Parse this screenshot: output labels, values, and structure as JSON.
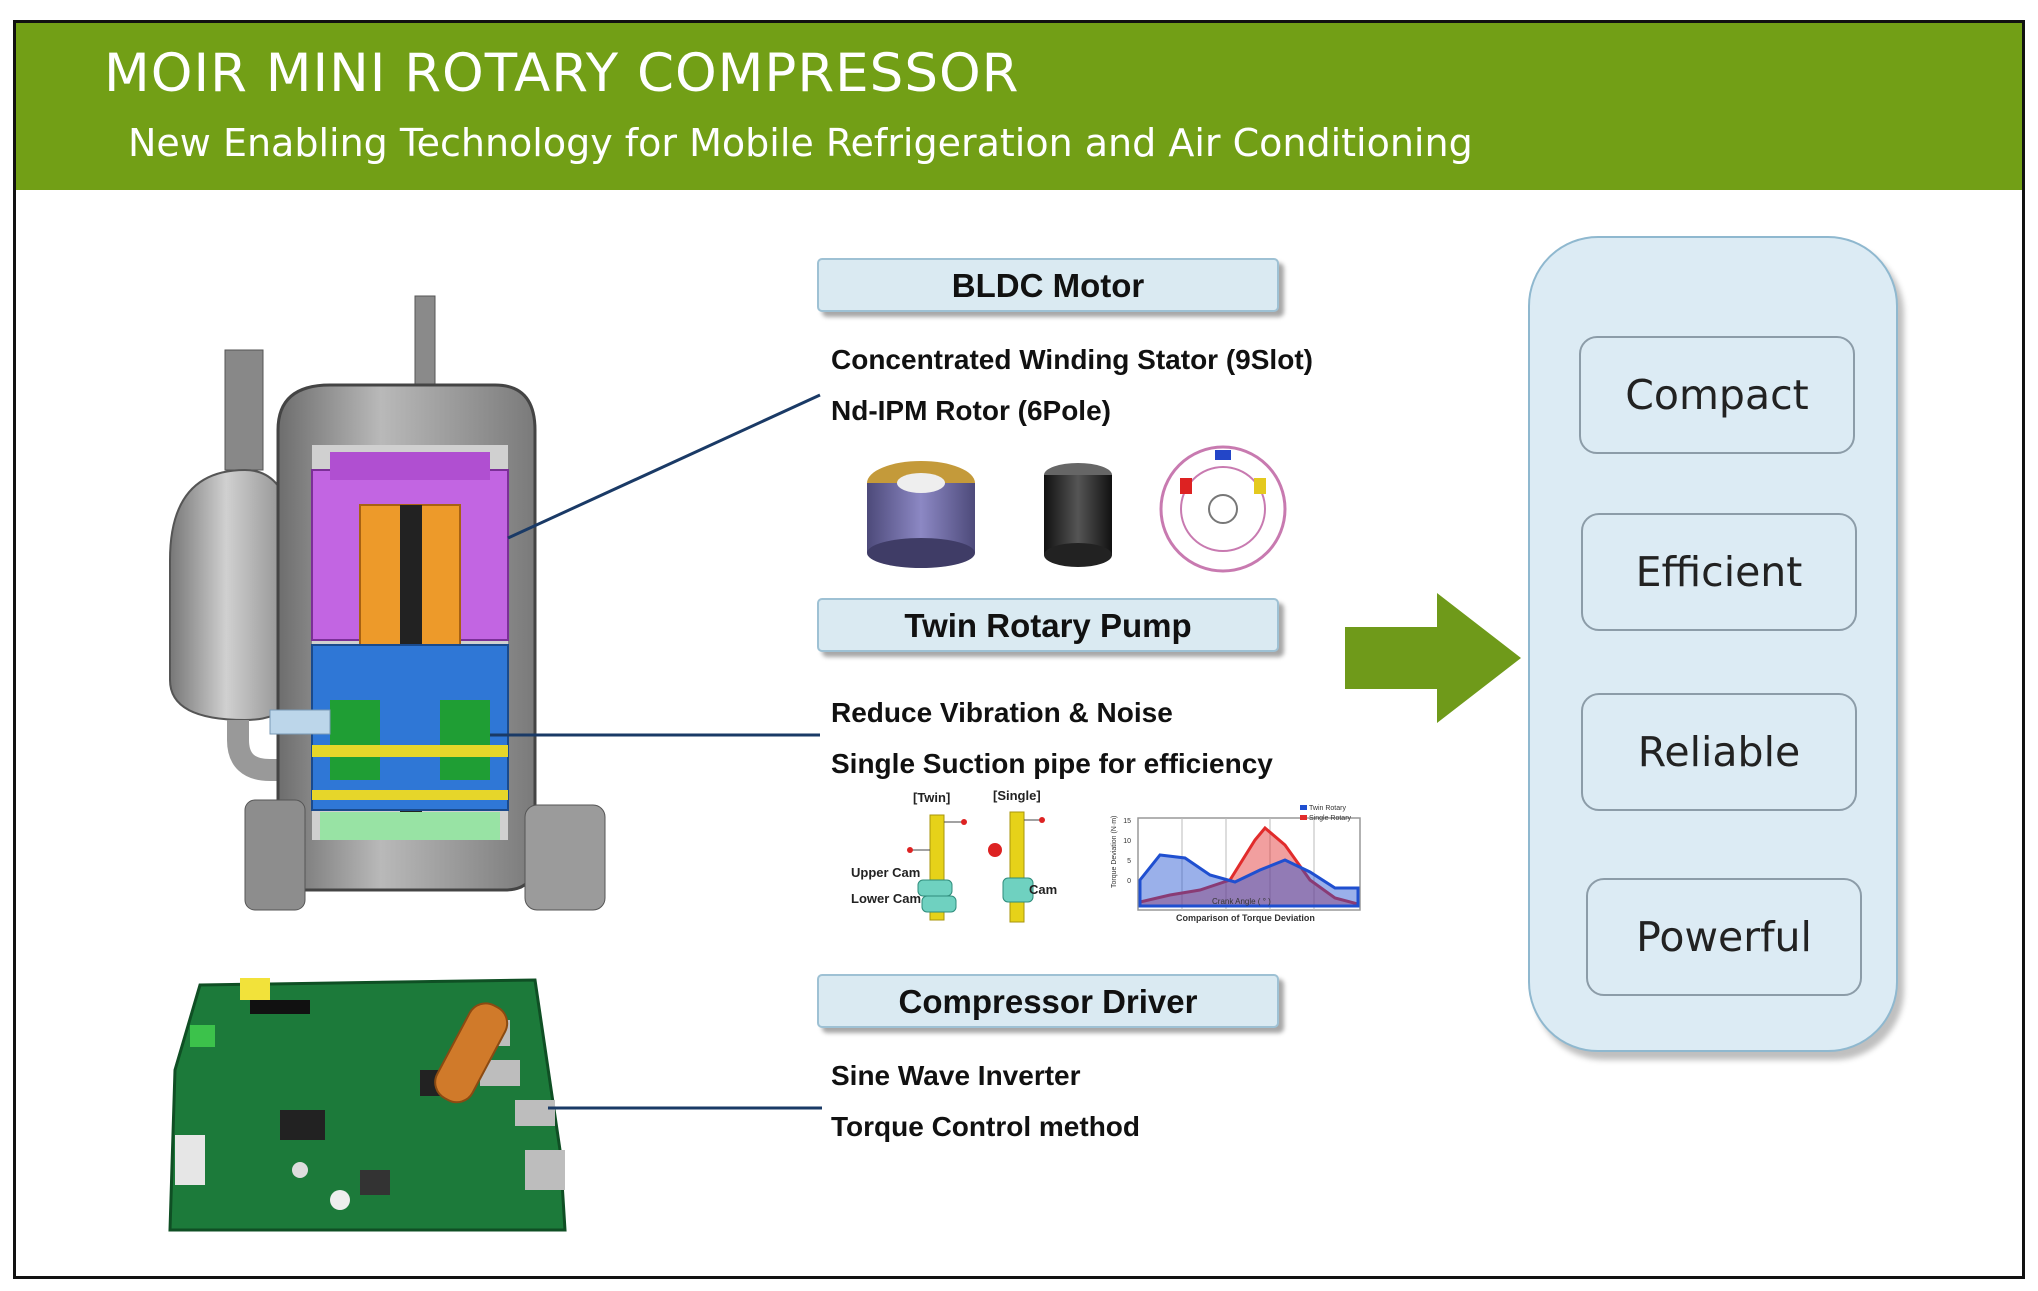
{
  "header": {
    "title": "MOIR MINI ROTARY COMPRESSOR",
    "subtitle": "New Enabling Technology for Mobile Refrigeration and Air Conditioning"
  },
  "sections": {
    "motor": {
      "label": "BLDC Motor",
      "features": [
        "Concentrated Winding Stator (9Slot)",
        "Nd-IPM Rotor (6Pole)"
      ]
    },
    "pump": {
      "label": "Twin Rotary Pump",
      "features": [
        "Reduce Vibration & Noise",
        "Single Suction pipe for efficiency"
      ],
      "diagram_labels": {
        "twin": "[Twin]",
        "single": "[Single]",
        "upper_cam": "Upper Cam",
        "lower_cam": "Lower Cam",
        "cam": "Cam"
      },
      "chart": {
        "legend": [
          "Twin Rotary",
          "Single Rotary"
        ],
        "xlabel": "Crank Angle  ( ° )",
        "ylabel": "Torque Deviation (N·m)",
        "caption": "Comparison of Torque Deviation",
        "yticks": [
          "15",
          "10",
          "5",
          "0"
        ]
      }
    },
    "driver": {
      "label": "Compressor Driver",
      "features": [
        "Sine Wave Inverter",
        "Torque Control method"
      ]
    }
  },
  "benefits": [
    "Compact",
    "Efficient",
    "Reliable",
    "Powerful"
  ],
  "colors": {
    "banner": "#729f16",
    "arrow": "#6f9a1a",
    "section_box": "#daeaf2",
    "benefit_panel": "#dcebf4",
    "twin_series": "#1f4fd0",
    "single_series": "#e12b2b"
  }
}
